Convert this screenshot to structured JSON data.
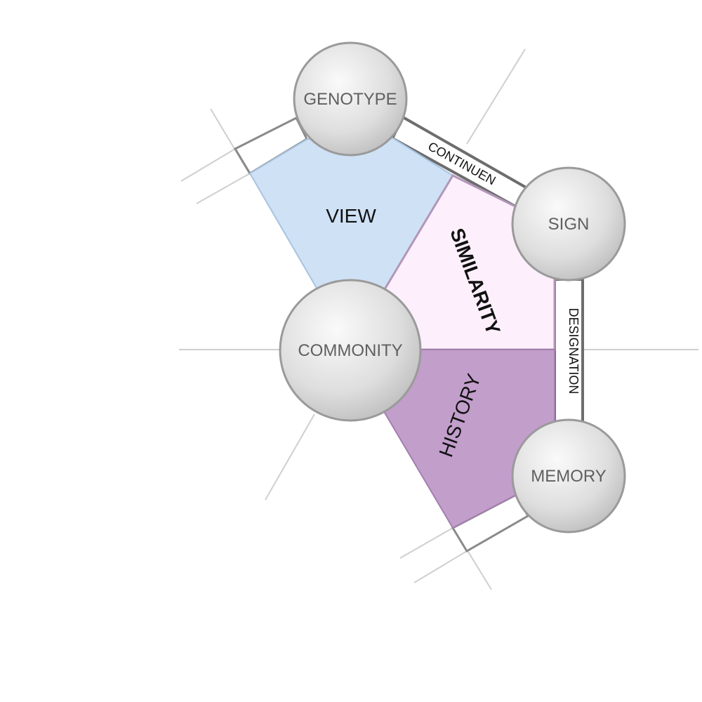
{
  "nodes": {
    "genotype": "GENOTYPE",
    "sign": "SIGN",
    "commonity": "COMMONITY",
    "memory": "MEMORY"
  },
  "regions": {
    "view": "VIEW",
    "similarity": "SIMILARITY",
    "history": "HISTORY"
  },
  "edges": {
    "continuen": "CONTINUEN",
    "designation": "DESIGNATION"
  },
  "colors": {
    "view_fill": "#cfe1f5",
    "similarity_fill": "#fdf0fc",
    "history_fill": "#c29ecb",
    "node_fill_light": "#f4f4f4",
    "node_fill_dark": "#bdbdbd",
    "node_stroke": "#9a9a9a",
    "band_stroke": "#6d6d6d"
  }
}
